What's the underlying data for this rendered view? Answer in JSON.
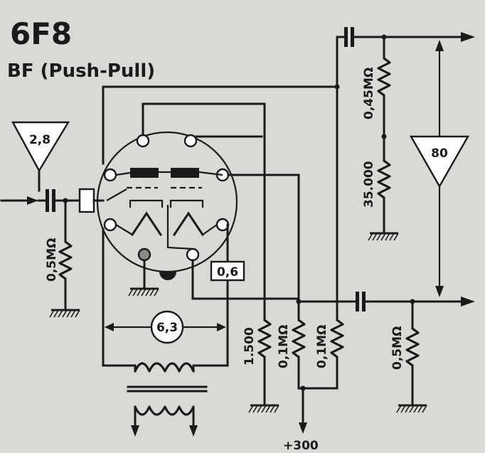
{
  "header": {
    "tube": "6F8",
    "function": "BF (Push-Pull)"
  },
  "labels": {
    "input_gain": "2,8",
    "output_gain": "80",
    "grid_resistor": "0,5MΩ",
    "divider_top": "0,45MΩ",
    "divider_bottom": "35.000",
    "cathode_resistor": "1.500",
    "plate_resistor_1": "0,1MΩ",
    "plate_resistor_2": "0,1MΩ",
    "output_resistor": "0,5MΩ",
    "current": "0,6",
    "heater_voltage": "6,3",
    "supply": "+300"
  },
  "colors": {
    "ink": "#1a1a1a",
    "paper": "#d9d9d5"
  }
}
